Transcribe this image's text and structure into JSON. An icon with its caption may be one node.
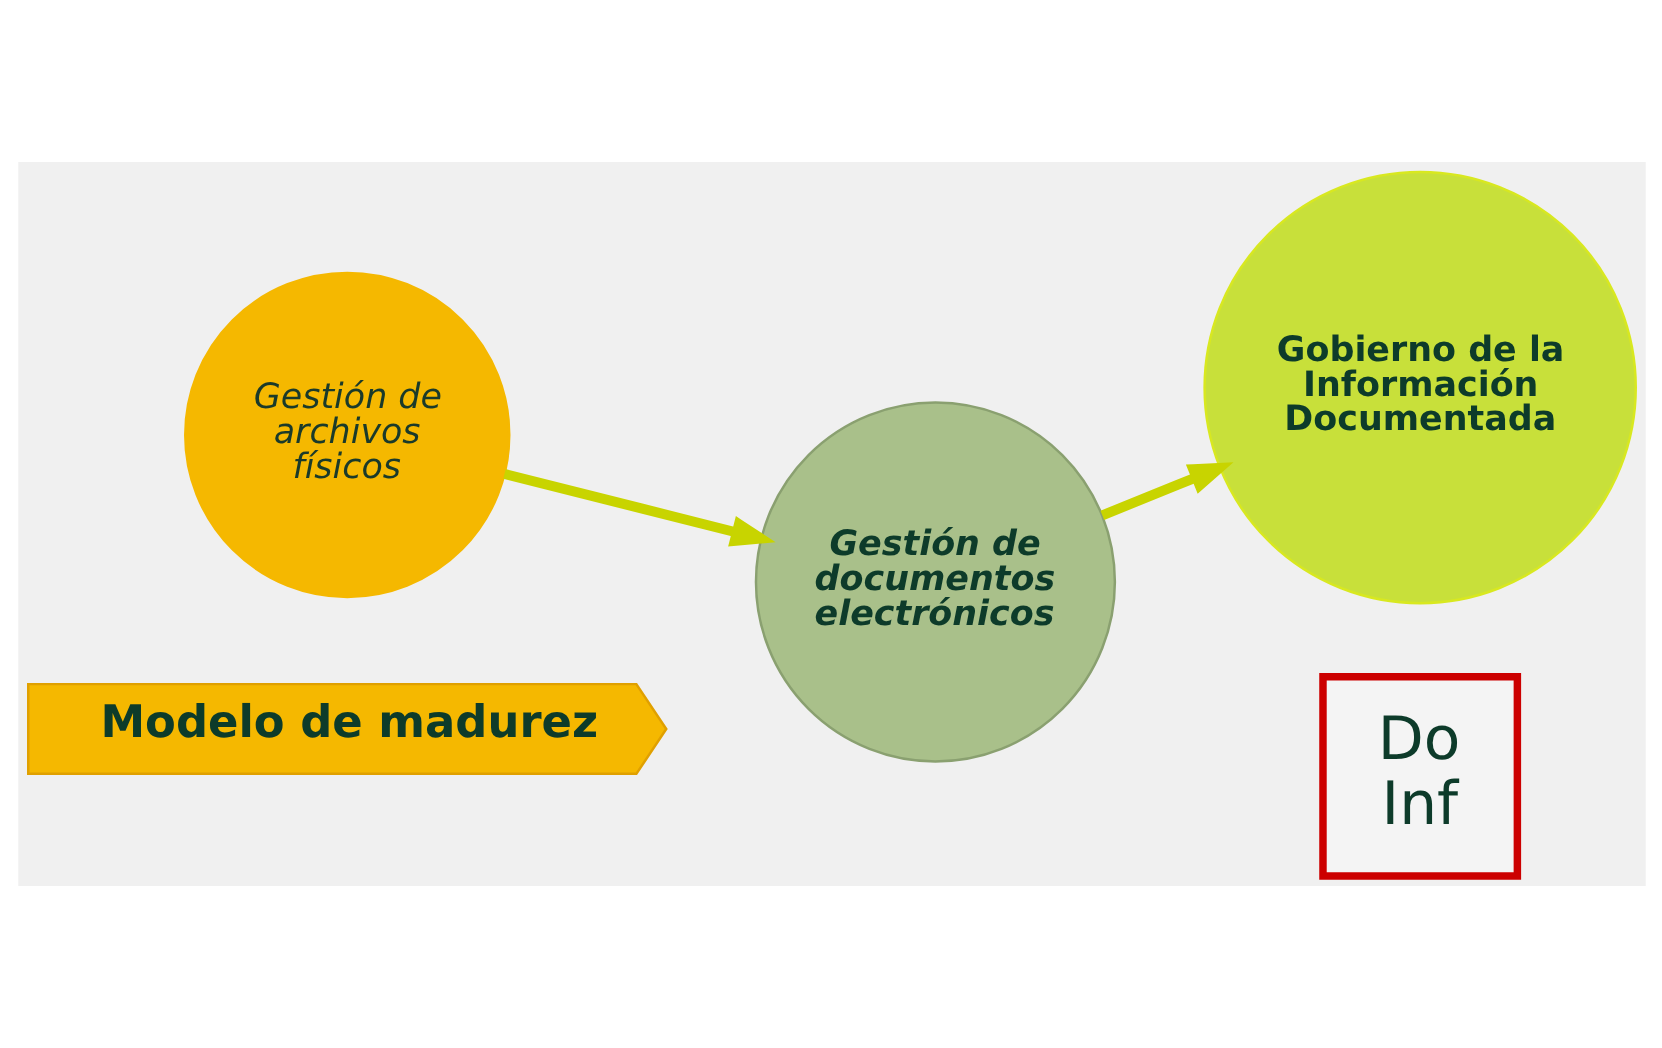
{
  "diagram": {
    "nodes": [
      {
        "text": [
          "Gestión de archivos físicos"
        ]
      },
      {
        "text": [
          "Gestión de documentos electrónicos"
        ]
      },
      {
        "text": [
          "Gobierno de la Información Documentada"
        ]
      },
      {
        "text": [
          "Modelo de madurez"
        ]
      },
      {
        "text": [
          "Do",
          "Inf"
        ]
      }
    ],
    "edges": [
      {
        "from": 0,
        "to": 1,
        "arrow": "to"
      },
      {
        "from": 1,
        "to": 2,
        "arrow": "to"
      }
    ]
  }
}
